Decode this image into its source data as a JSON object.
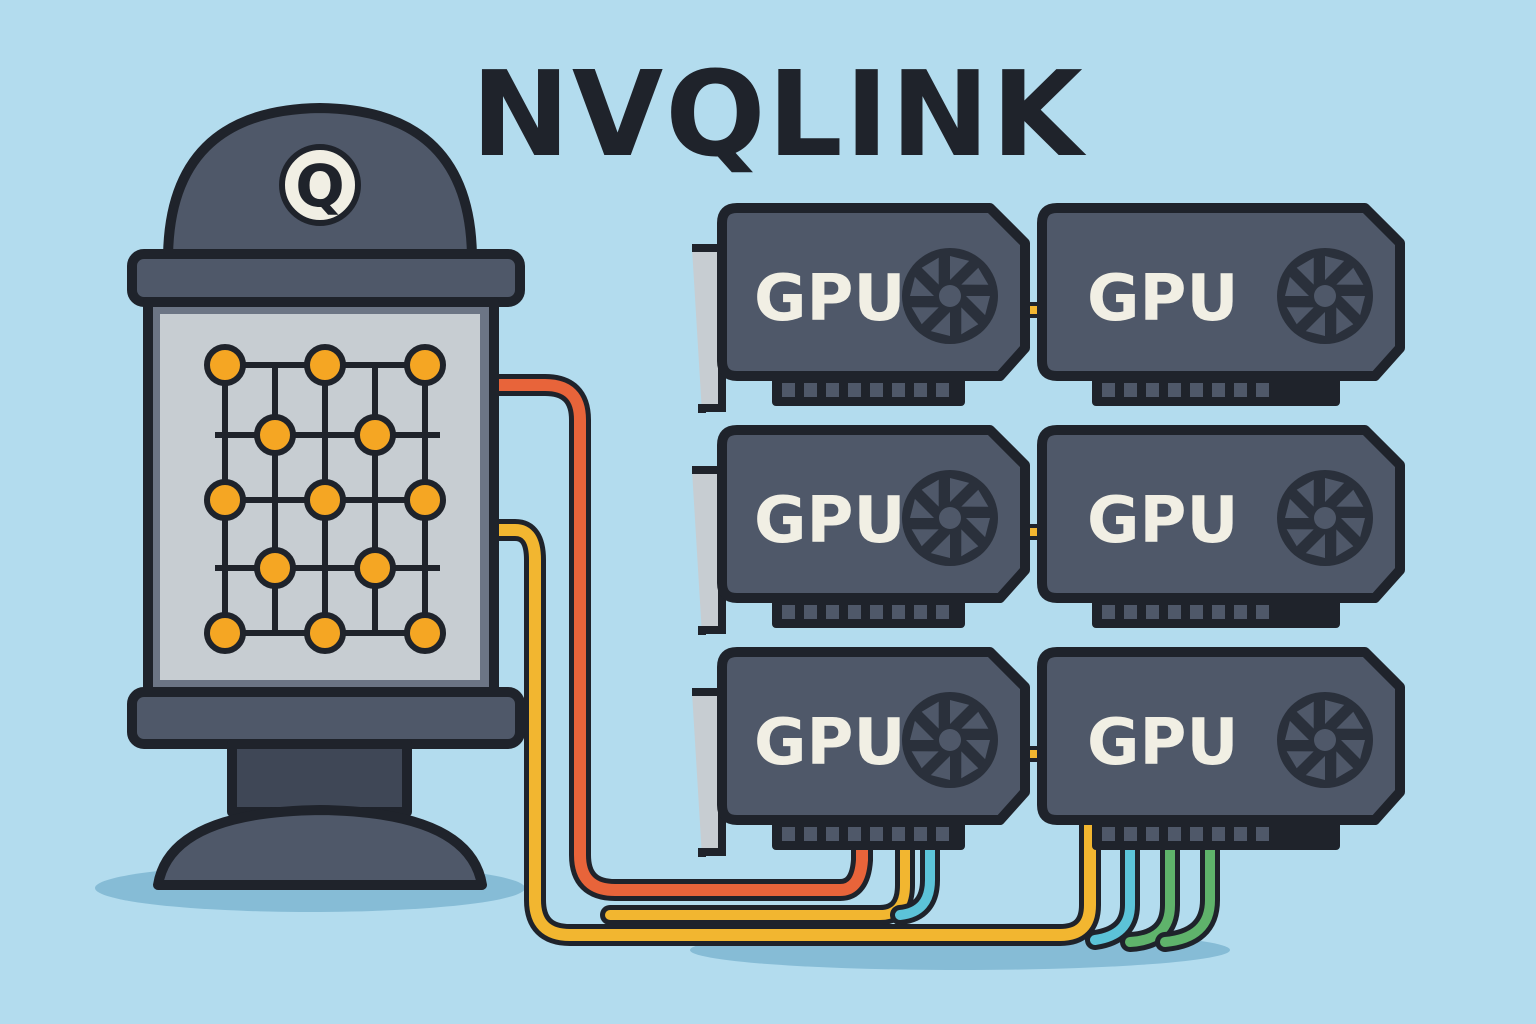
{
  "title": "NVQLINK",
  "qpu": {
    "logo_letter": "Q"
  },
  "gpus": [
    {
      "label": "GPU"
    },
    {
      "label": "GPU"
    },
    {
      "label": "GPU"
    },
    {
      "label": "GPU"
    },
    {
      "label": "GPU"
    },
    {
      "label": "GPU"
    }
  ],
  "colors": {
    "background": "#b3dcee",
    "outline": "#1f232b",
    "gpu_body": "#4f5869",
    "qubit": "#f5a623",
    "cable_orange": "#e8643a",
    "cable_yellow": "#f2b630",
    "cable_cyan": "#5cc3d8",
    "cable_green": "#5fb36b"
  }
}
